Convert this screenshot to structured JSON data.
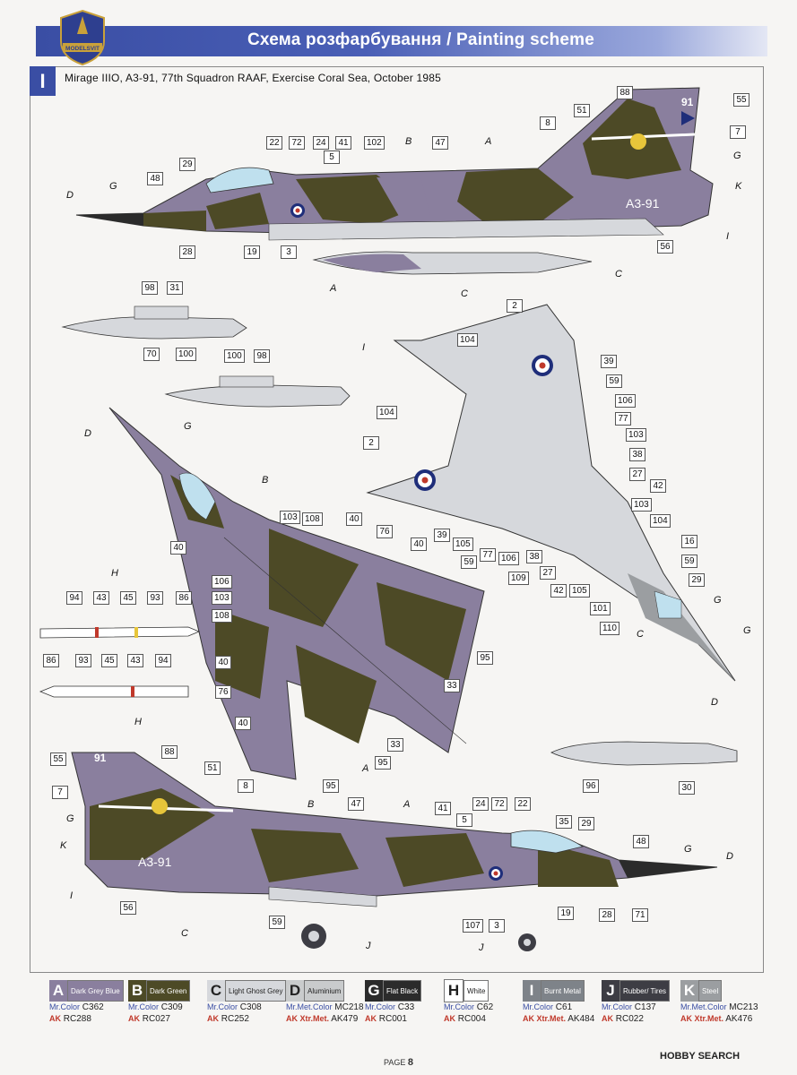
{
  "brand": {
    "logo_text": "MODELSVIT"
  },
  "header": {
    "title": "Схема розфарбування / Painting scheme"
  },
  "scheme": {
    "number": "I",
    "caption": "Mirage IIIO, A3-91, 77th Squadron RAAF, Exercise Coral Sea, October 1985"
  },
  "markings": {
    "serial": "A3-91",
    "fin_code": "91"
  },
  "colors": {
    "dark_grey_blue": "#8a7f9e",
    "dark_green": "#4d4a26",
    "light_ghost_grey": "#d6d8dc",
    "aluminium": "#c9cbcc",
    "flat_black": "#2b2b2b",
    "white": "#ffffff",
    "burnt_metal": "#7e8389",
    "rubber_tires": "#3d3d44",
    "steel": "#9b9ea1",
    "header_blue": "#3a4ea4"
  },
  "callouts_top": [
    "88",
    "51",
    "55",
    "8",
    "7",
    "22",
    "72",
    "24",
    "41",
    "102",
    "47",
    "5",
    "29",
    "48",
    "19",
    "3",
    "28",
    "56"
  ],
  "callouts_mid": [
    "98",
    "31",
    "70",
    "100",
    "100",
    "98"
  ],
  "callouts_right": [
    "2",
    "104",
    "104",
    "2",
    "39",
    "59",
    "106",
    "77",
    "103",
    "38",
    "27",
    "42",
    "103",
    "104",
    "39",
    "105",
    "59",
    "77",
    "106",
    "38",
    "27",
    "42",
    "105",
    "109",
    "16",
    "59",
    "29",
    "101",
    "110"
  ],
  "callouts_left": [
    "103",
    "108",
    "40",
    "76",
    "40",
    "40",
    "106",
    "103",
    "108",
    "95",
    "40",
    "76",
    "33",
    "40",
    "33",
    "95",
    "95",
    "94",
    "43",
    "45",
    "93",
    "86",
    "86",
    "93",
    "45",
    "43",
    "94"
  ],
  "callouts_bottom": [
    "96",
    "30",
    "55",
    "88",
    "51",
    "7",
    "8",
    "47",
    "41",
    "24",
    "72",
    "22",
    "35",
    "29",
    "48",
    "5",
    "59",
    "107",
    "3",
    "19",
    "28",
    "71",
    "56"
  ],
  "color_refs": {
    "A": "A",
    "B": "B",
    "C": "C",
    "D": "D",
    "G": "G",
    "H": "H",
    "I": "I",
    "J": "J",
    "K": "K"
  },
  "legend": [
    {
      "letter": "A",
      "name": "Dark Grey Blue",
      "mr": "Mr.Color",
      "mr_code": "C362",
      "ak": "AK",
      "ak_code": "RC288",
      "bg": "#8a7f9e",
      "fg": "#fff"
    },
    {
      "letter": "B",
      "name": "Dark Green",
      "mr": "Mr.Color",
      "mr_code": "C309",
      "ak": "AK",
      "ak_code": "RC027",
      "bg": "#4d4a26",
      "fg": "#fff"
    },
    {
      "letter": "C",
      "name": "Light Ghost Grey",
      "mr": "Mr.Color",
      "mr_code": "C308",
      "ak": "AK",
      "ak_code": "RC252",
      "bg": "#d6d8dc",
      "fg": "#222"
    },
    {
      "letter": "D",
      "name": "Aluminium",
      "mr": "Mr.Met.Color",
      "mr_code": "MC218",
      "ak": "AK Xtr.Met.",
      "ak_code": "AK479",
      "bg": "#c9cbcc",
      "fg": "#222"
    },
    {
      "letter": "G",
      "name": "Flat Black",
      "mr": "Mr.Color",
      "mr_code": "C33",
      "ak": "AK",
      "ak_code": "RC001",
      "bg": "#2b2b2b",
      "fg": "#fff"
    },
    {
      "letter": "H",
      "name": "White",
      "mr": "Mr.Color",
      "mr_code": "C62",
      "ak": "AK",
      "ak_code": "RC004",
      "bg": "#ffffff",
      "fg": "#222"
    },
    {
      "letter": "I",
      "name": "Burnt Metal",
      "mr": "Mr.Color",
      "mr_code": "C61",
      "ak": "AK Xtr.Met.",
      "ak_code": "AK484",
      "bg": "#7e8389",
      "fg": "#fff"
    },
    {
      "letter": "J",
      "name": "Rubber/ Tires",
      "mr": "Mr.Color",
      "mr_code": "C137",
      "ak": "AK",
      "ak_code": "RC022",
      "bg": "#3d3d44",
      "fg": "#fff"
    },
    {
      "letter": "K",
      "name": "Steel",
      "mr": "Mr.Met.Color",
      "mr_code": "MC213",
      "ak": "AK Xtr.Met.",
      "ak_code": "AK476",
      "bg": "#9b9ea1",
      "fg": "#fff"
    }
  ],
  "footer": {
    "page_label": "PAGE",
    "page_number": "8",
    "watermark": "HOBBY SEARCH"
  }
}
